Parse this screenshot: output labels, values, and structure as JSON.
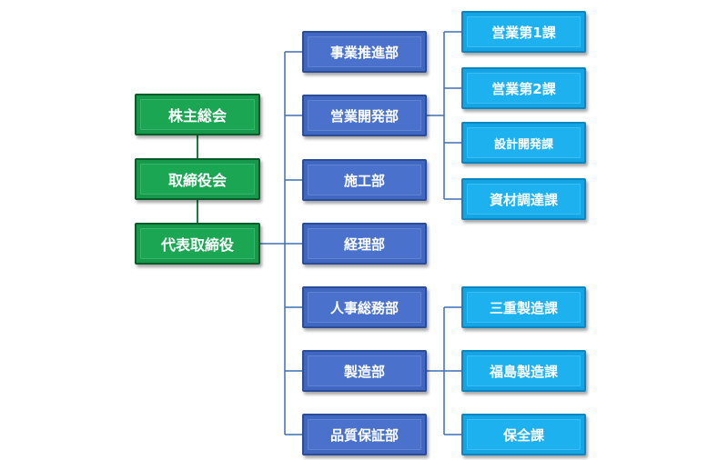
{
  "colors": {
    "green": "#149a4a",
    "blue": "#4067c2",
    "cyan": "#13a5e6",
    "connector": "#3f6fb0"
  },
  "governance": [
    {
      "id": "g1",
      "label": "株主総会"
    },
    {
      "id": "g2",
      "label": "取締役会"
    },
    {
      "id": "g3",
      "label": "代表取締役"
    }
  ],
  "departments": [
    {
      "id": "d1",
      "label": "事業推進部"
    },
    {
      "id": "d2",
      "label": "営業開発部"
    },
    {
      "id": "d3",
      "label": "施工部"
    },
    {
      "id": "d4",
      "label": "経理部"
    },
    {
      "id": "d5",
      "label": "人事総務部"
    },
    {
      "id": "d6",
      "label": "製造部"
    },
    {
      "id": "d7",
      "label": "品質保証部"
    }
  ],
  "sections": [
    {
      "id": "s1",
      "label": "営業第1課",
      "parent": "d2"
    },
    {
      "id": "s2",
      "label": "営業第2課",
      "parent": "d2"
    },
    {
      "id": "s3",
      "label": "設計開発課",
      "parent": "d2"
    },
    {
      "id": "s4",
      "label": "資材調達課",
      "parent": "d2"
    },
    {
      "id": "s5",
      "label": "三重製造課",
      "parent": "d6"
    },
    {
      "id": "s6",
      "label": "福島製造課",
      "parent": "d6"
    },
    {
      "id": "s7",
      "label": "保全課",
      "parent": "d6"
    }
  ]
}
